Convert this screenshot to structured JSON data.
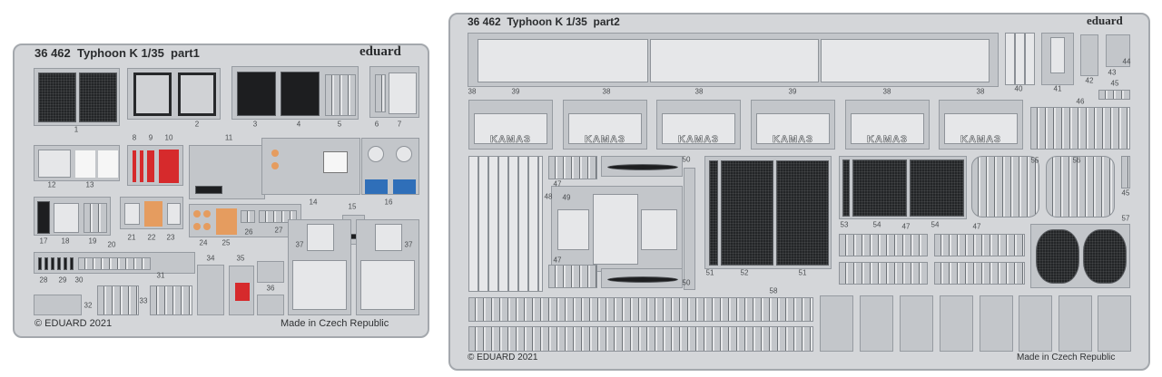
{
  "part1": {
    "title": "36 462  Typhoon K 1/35  part1",
    "brand": "eduard",
    "copyright": "© EDUARD 2021",
    "origin": "Made in Czech Republic",
    "labels": [
      "1",
      "2",
      "3",
      "4",
      "5",
      "6",
      "7",
      "8",
      "9",
      "10",
      "11",
      "12",
      "13",
      "14",
      "15",
      "16",
      "17",
      "18",
      "19",
      "20",
      "21",
      "22",
      "23",
      "24",
      "25",
      "26",
      "27",
      "28",
      "29",
      "30",
      "31",
      "32",
      "33",
      "34",
      "35",
      "36",
      "37",
      "37"
    ]
  },
  "part2": {
    "title": "36 462  Typhoon K 1/35  part2",
    "brand": "eduard",
    "copyright": "© EDUARD 2021",
    "origin": "Made in Czech Republic",
    "kama_text": "KAMAЗ",
    "labels": [
      "38",
      "39",
      "38",
      "38",
      "39",
      "38",
      "38",
      "40",
      "41",
      "42",
      "43",
      "44",
      "45",
      "46",
      "47",
      "48",
      "49",
      "50",
      "47",
      "50",
      "51",
      "52",
      "51",
      "53",
      "54",
      "47",
      "54",
      "47",
      "55",
      "56",
      "45",
      "57",
      "58"
    ]
  },
  "colors": {
    "fret": "#d4d6d9",
    "panel": "#c3c6ca",
    "black": "#1d1e20",
    "red": "#d62a2c",
    "blue": "#2f6fb9",
    "orange": "#e59c5f"
  }
}
